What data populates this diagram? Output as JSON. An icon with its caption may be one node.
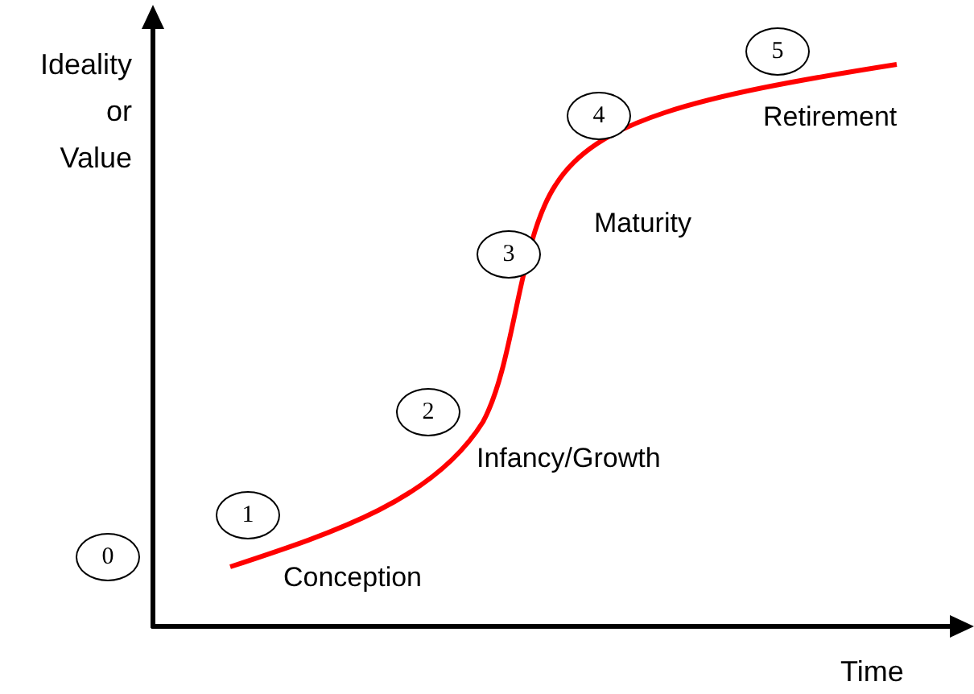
{
  "diagram": {
    "nodes": [
      {
        "text": [
          "0"
        ]
      },
      {
        "text": [
          "1"
        ]
      },
      {
        "text": [
          "2"
        ]
      },
      {
        "text": [
          "3"
        ]
      },
      {
        "text": [
          "4"
        ]
      },
      {
        "text": [
          "5"
        ]
      }
    ],
    "labels": [
      "Ideality or Value",
      "Conception",
      "Infancy/Growth",
      "Maturity",
      "Retirement",
      "Time"
    ]
  }
}
